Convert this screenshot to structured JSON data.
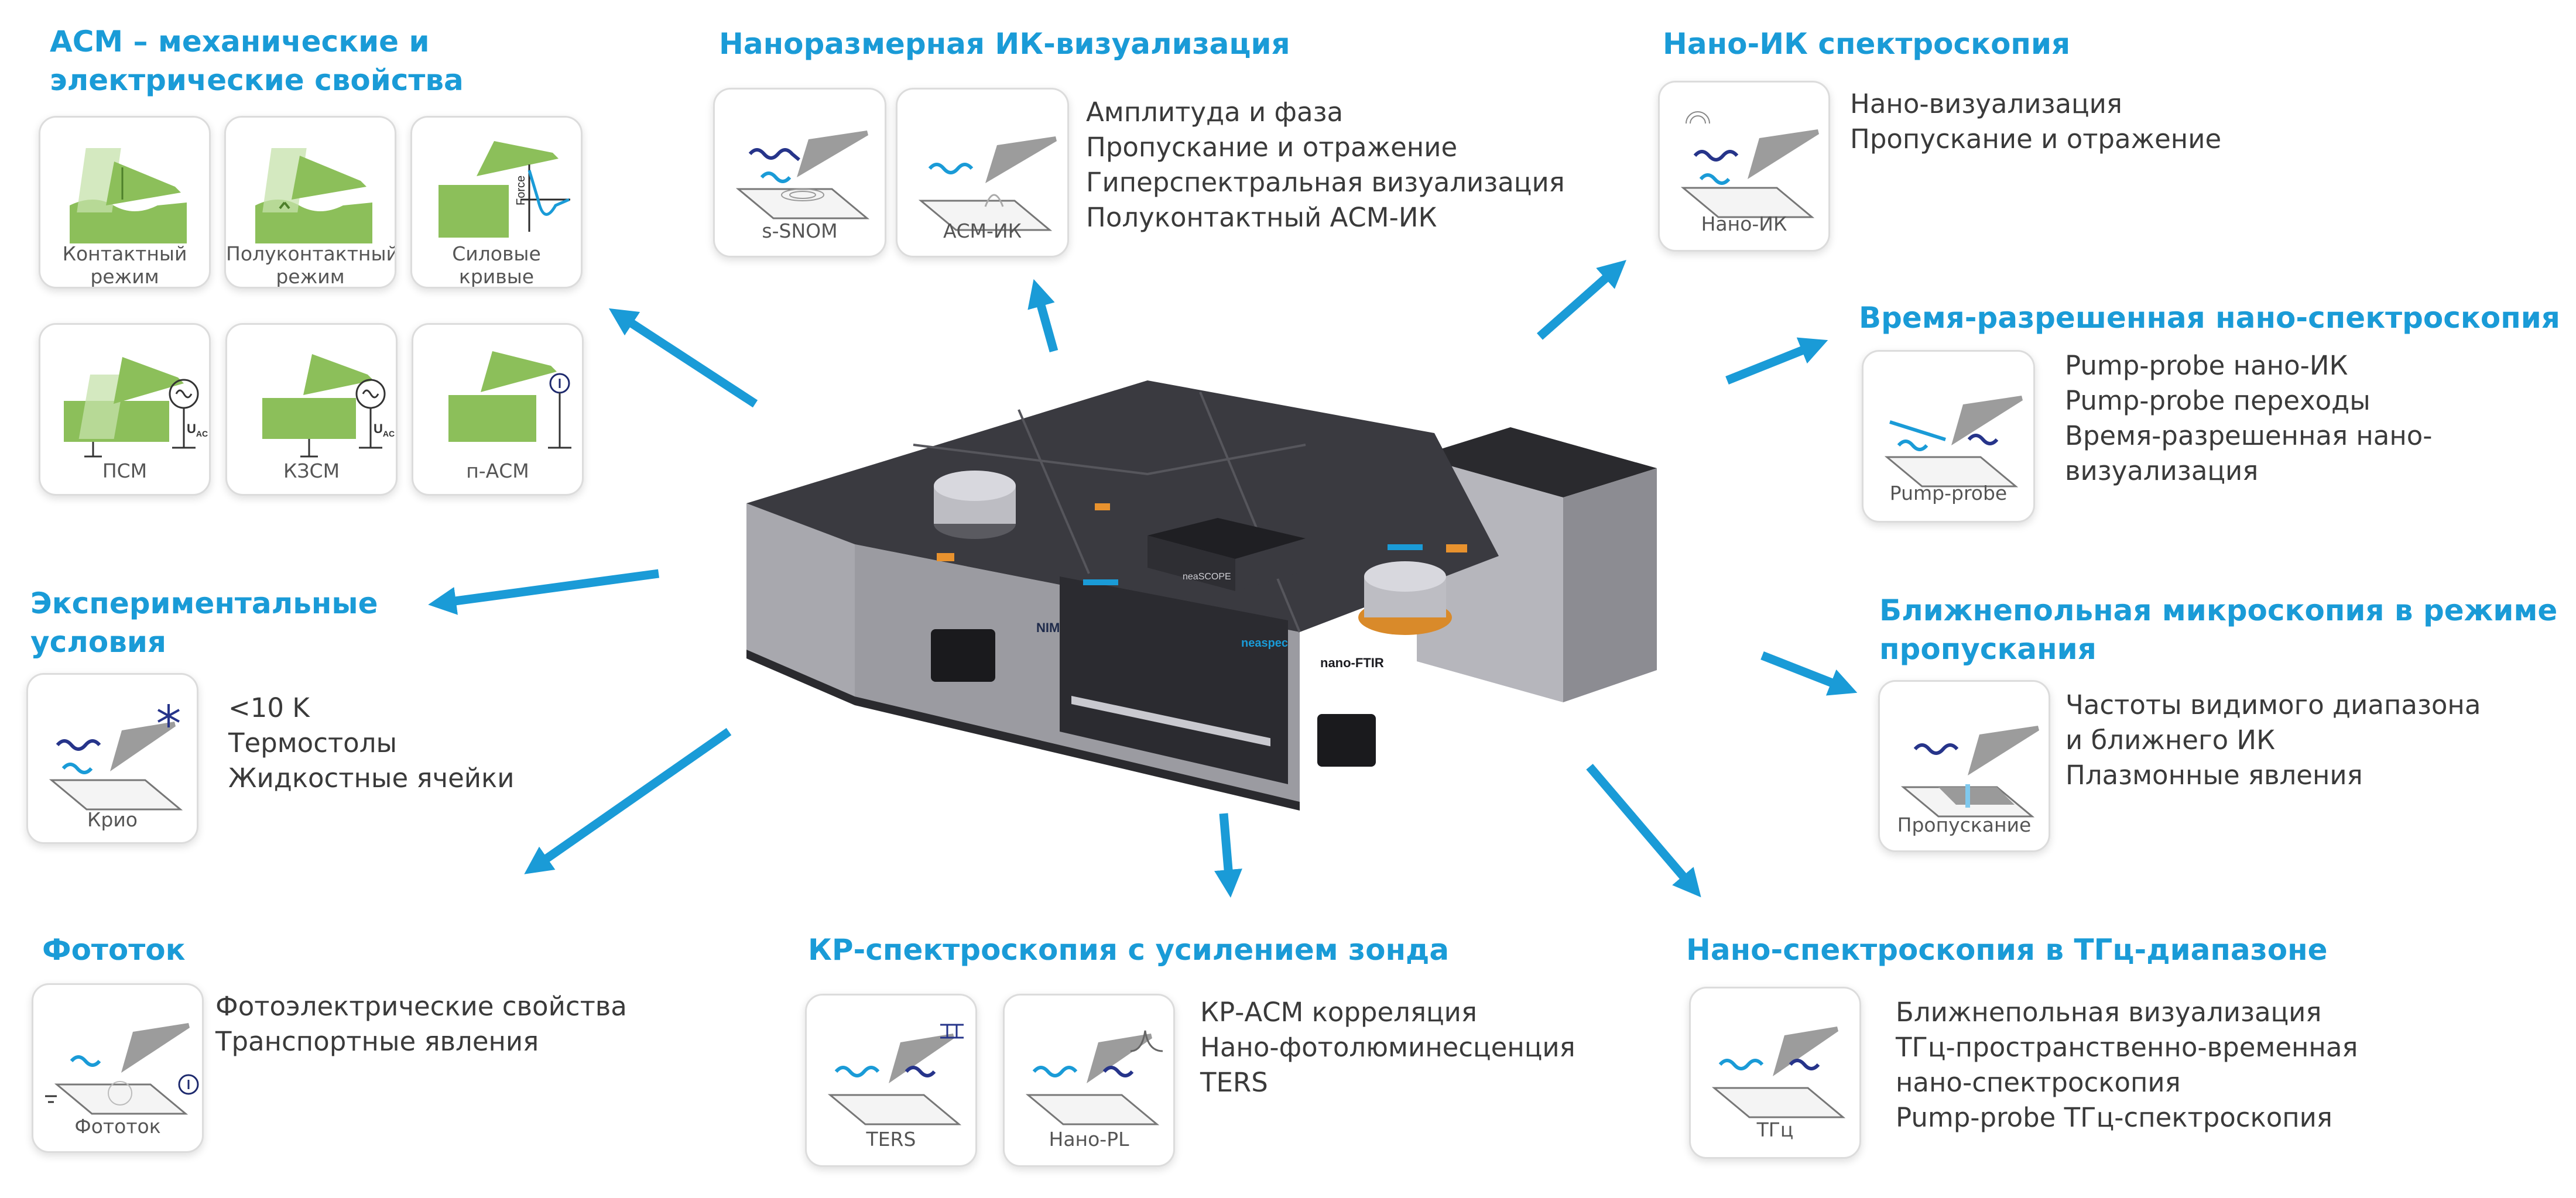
{
  "colors": {
    "accent": "#1a9bd7",
    "text": "#3a3a3a",
    "afm_green": "#8cbf5a",
    "card_border": "#dcdcdc"
  },
  "afm": {
    "title_line1": "АСМ – механические и",
    "title_line2": "электрические свойства",
    "cards": {
      "contact_line1": "Контактный",
      "contact_line2": "режим",
      "semicontact_line1": "Полуконтактный",
      "semicontact_line2": "режим",
      "force_line1": "Силовые",
      "force_line2": "кривые",
      "force_axis": "Force",
      "psm": "ПСМ",
      "kzsm": "КЗСМ",
      "pacm": "п-АСМ",
      "uac": "U",
      "uac_sub": "AC"
    }
  },
  "nano_ir_imaging": {
    "title": "Наноразмерная ИК-визуализация",
    "cards": {
      "snom": "s-SNOM",
      "afm_ir": "АСМ-ИК"
    },
    "items": [
      "Амплитуда и фаза",
      "Пропускание и отражение",
      "Гиперспектральная визуализация",
      "Полуконтактный АСМ-ИК"
    ]
  },
  "nano_ir_spectroscopy": {
    "title": "Нано-ИК спектроскопия",
    "card": "Нано-ИК",
    "items": [
      "Нано-визуализация",
      "Пропускание и отражение"
    ]
  },
  "time_resolved": {
    "title": "Время-разрешенная нано-спектроскопия",
    "card": "Pump-probe",
    "items": [
      "Pump-probe нано-ИК",
      "Pump-probe переходы",
      "Время-разрешенная нано-",
      "визуализация"
    ]
  },
  "transmission": {
    "title_line1": "Ближнепольная микроскопия в режиме",
    "title_line2": "пропускания",
    "card": "Пропускание",
    "items": [
      "Частоты видимого диапазона",
      "и ближнего ИК",
      "Плазмонные явления"
    ]
  },
  "experimental": {
    "title_line1": "Экспериментальные",
    "title_line2": "условия",
    "card": "Крио",
    "items": [
      "<10 K",
      "Термостолы",
      "Жидкостные ячейки"
    ]
  },
  "photocurrent": {
    "title": "Фототок",
    "card": "Фототок",
    "items": [
      "Фотоэлектрические свойства",
      "Транспортные явления"
    ]
  },
  "ters": {
    "title": "КР-спектроскопия с усилением зонда",
    "cards": {
      "ters": "TERS",
      "nano_pl": "Нано-PL"
    },
    "items": [
      "КР-АСМ корреляция",
      "Нано-фотолюминесценция",
      "TERS"
    ]
  },
  "thz": {
    "title": "Нано-спектроскопия в ТГц-диапазоне",
    "card": "ТГц",
    "items": [
      "Ближнепольная визуализация",
      "ТГц-пространственно-временная",
      "нано-спектроскопия",
      "Pump-probe ТГц-спектроскопия"
    ]
  },
  "device": {
    "badge_nim": "NIM",
    "brand": "neaspec",
    "module": "neaSCOPE",
    "model": "nano-FTIR"
  }
}
